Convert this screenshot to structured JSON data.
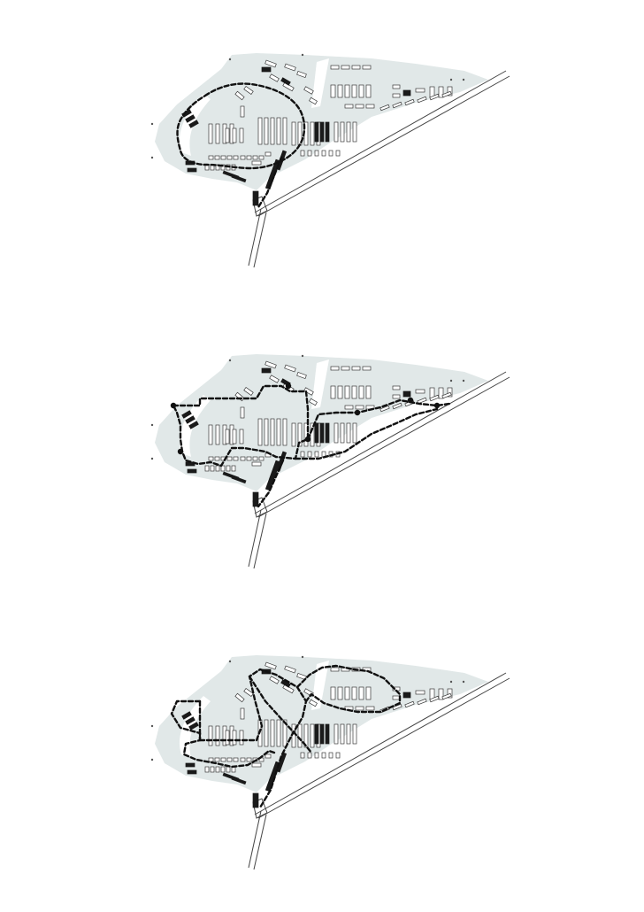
{
  "figure": {
    "panels": [
      {
        "name": "site-plan-route-1",
        "route_type": "loop",
        "nodes": 0
      },
      {
        "name": "site-plan-route-2",
        "route_type": "extended-loop-with-stops",
        "nodes": 7
      },
      {
        "name": "site-plan-route-3",
        "route_type": "figure-eight",
        "nodes": 0
      }
    ],
    "colors": {
      "ground": "#e1e8e8",
      "building_outline": "#3a3a3a",
      "building_dark": "#1a1a1a",
      "route": "#111111",
      "road": "#444444"
    }
  }
}
